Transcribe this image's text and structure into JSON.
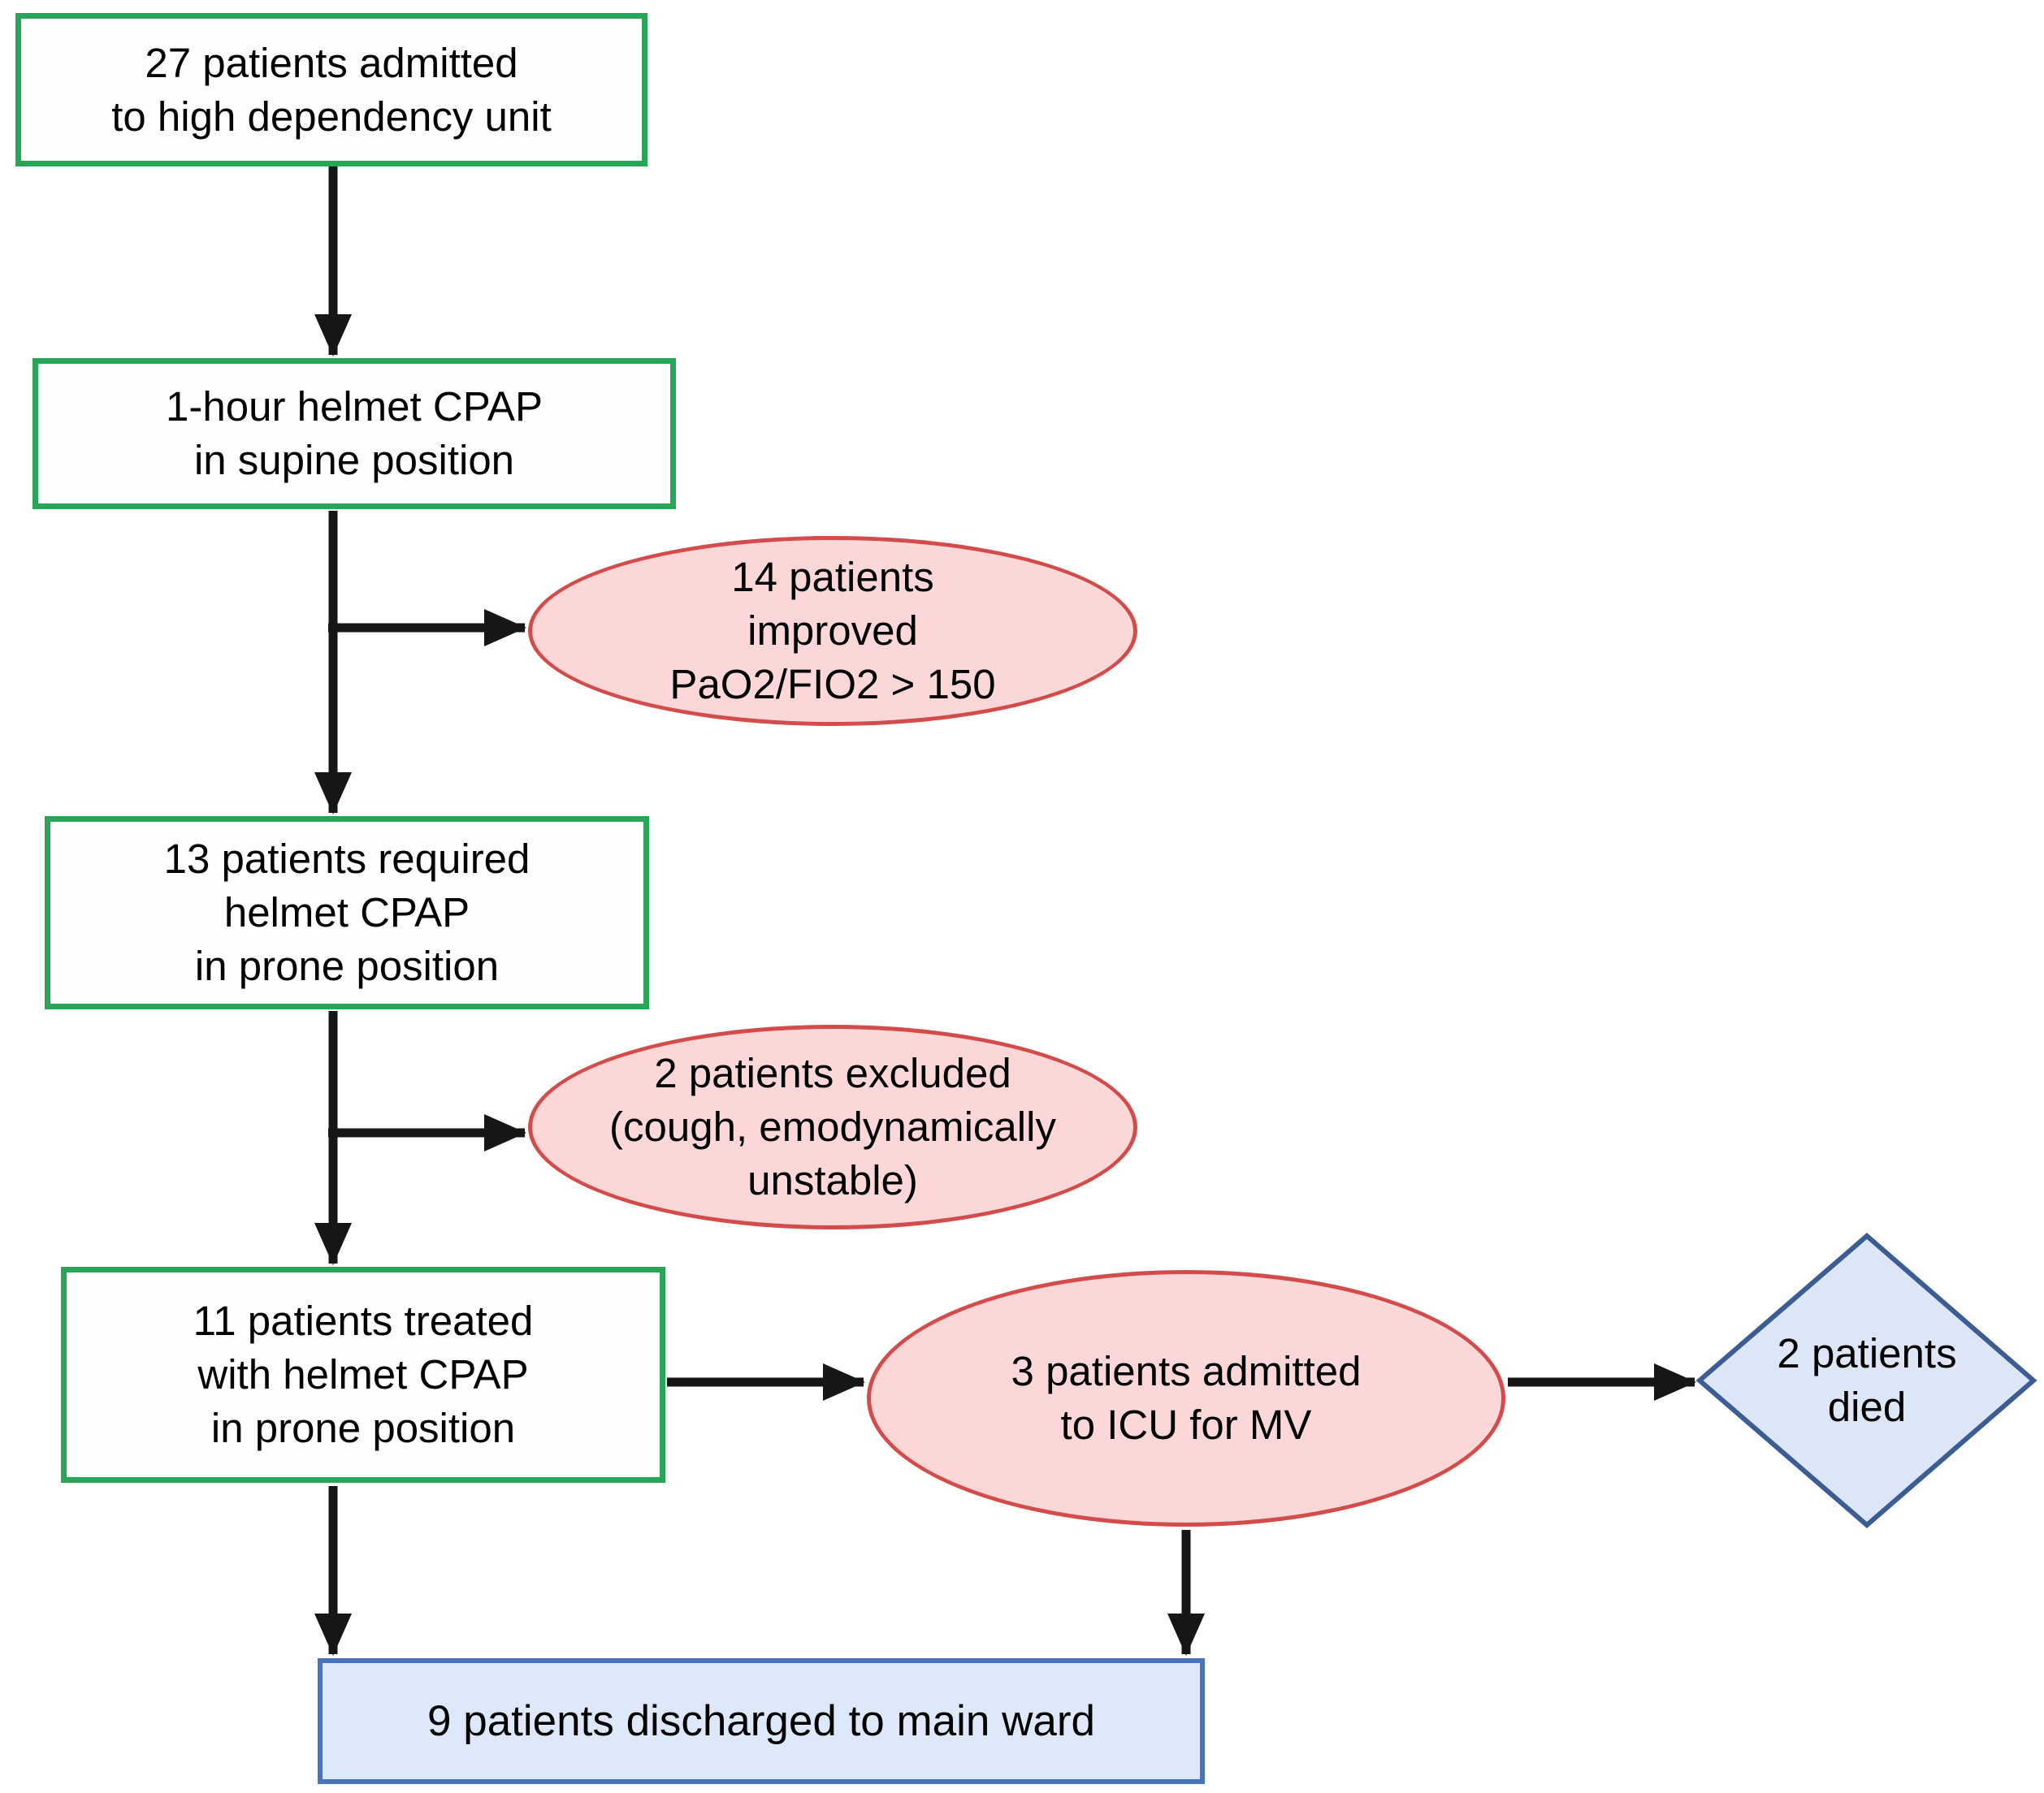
{
  "nodes": {
    "admitted": {
      "lines": [
        "27 patients admitted",
        "to high dependency unit"
      ]
    },
    "supine_cpap": {
      "lines": [
        "1-hour helmet CPAP",
        "in supine position"
      ]
    },
    "improved": {
      "lines": [
        "14 patients",
        "improved",
        "PaO2/FIO2 > 150"
      ]
    },
    "required_prone": {
      "lines": [
        "13 patients required",
        "helmet CPAP",
        "in prone position"
      ]
    },
    "excluded": {
      "lines": [
        "2 patients excluded",
        "(cough, emodynamically",
        "unstable)"
      ]
    },
    "treated_prone": {
      "lines": [
        "11 patients treated",
        "with helmet CPAP",
        "in prone position"
      ]
    },
    "icu": {
      "lines": [
        "3 patients admitted",
        "to ICU for MV"
      ]
    },
    "died": {
      "lines": [
        "2 patients",
        "died"
      ]
    },
    "discharged": {
      "lines": [
        "9 patients discharged to main ward"
      ]
    }
  },
  "colors": {
    "background": "#ffffff",
    "box_border_green": "#27a658",
    "ellipse_fill": "#fbd8d7",
    "ellipse_border": "#d34b4b",
    "diamond_fill": "#dce6f6",
    "diamond_border": "#3c5c94",
    "final_box_fill": "#dde9fa",
    "final_box_border": "#4a73ba",
    "arrow": "#161616",
    "text": "#000000"
  }
}
